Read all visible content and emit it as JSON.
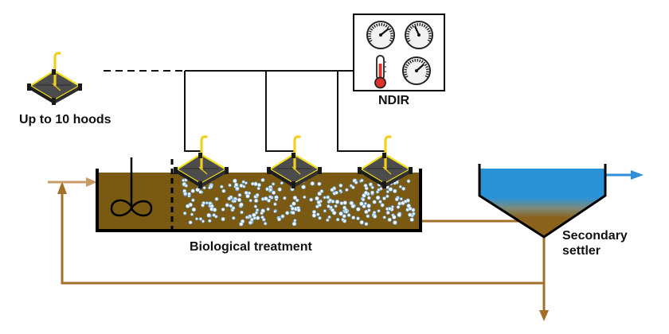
{
  "labels": {
    "hoods_note": "Up to 10 hoods",
    "analyzer": "NDIR",
    "tank": "Biological treatment",
    "settler_line1": "Secondary",
    "settler_line2": "settler"
  },
  "icons": [
    "flux-hood-icon",
    "mixer-icon",
    "pressure-gauge-icon",
    "thermometer-icon",
    "air-bubbles"
  ],
  "colors": {
    "sludge": "#7a5a12",
    "clear_water": "#2390d6",
    "pipe": "#a27029",
    "recycle_inlet": "#c79a6a",
    "effluent_arrow": "#2f8fd8",
    "hood_outline": "#f3e11c",
    "bubble": "#ffffff",
    "bubble_edge": "#6aa6e0",
    "thermometer": "#e0302a"
  }
}
